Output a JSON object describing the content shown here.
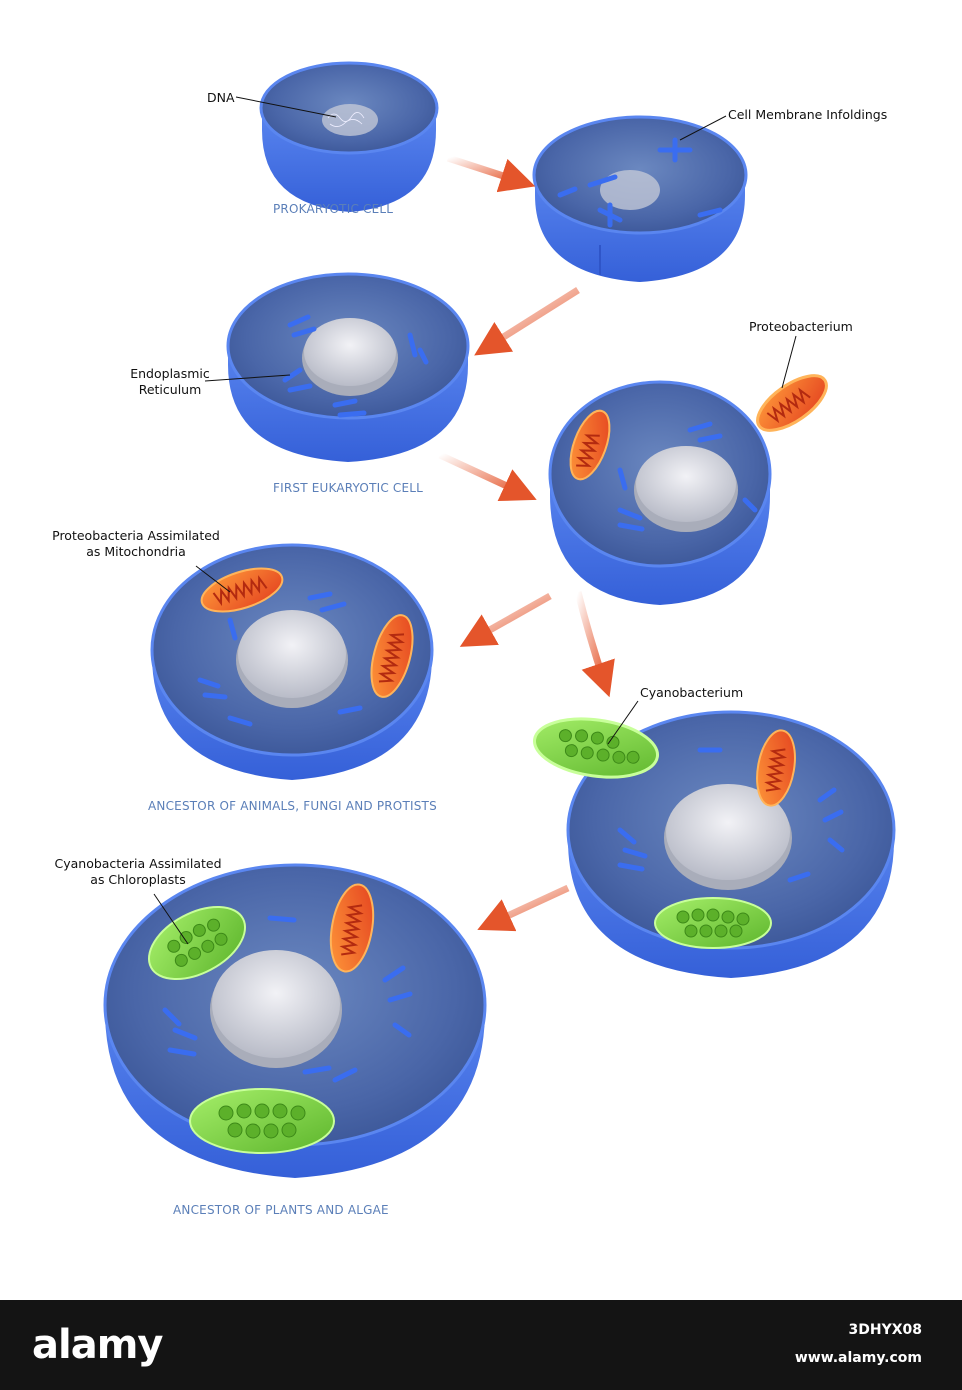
{
  "labels": {
    "dna": "DNA",
    "membrane_infoldings": "Cell Membrane Infoldings",
    "endoplasmic": "Endoplasmic\nReticulum",
    "proteobacterium": "Proteobacterium",
    "proteo_assimilated": "Proteobacteria Assimilated\nas Mitochondria",
    "cyanobacterium": "Cyanobacterium",
    "cyano_assimilated": "Cyanobacteria Assimilated\nas Chloroplasts"
  },
  "captions": {
    "prokaryotic": "PROKARYOTIC CELL",
    "first_eukaryotic": "FIRST EUKARYOTIC CELL",
    "animals": "ANCESTOR OF ANIMALS, FUNGI  AND PROTISTS",
    "plants": "ANCESTOR OF PLANTS AND ALGAE"
  },
  "footer": {
    "logo": "alamy",
    "image_id": "3DHYX08",
    "url": "www.alamy.com"
  },
  "colors": {
    "membrane": "#3f6fe0",
    "cytoplasm": "#43609e",
    "nucleus": "#d8d8e0",
    "mitochondrion": "#e8502a",
    "chloroplast": "#7bd24a",
    "arrow": "#e4552b",
    "caption": "#5b7fb8"
  }
}
